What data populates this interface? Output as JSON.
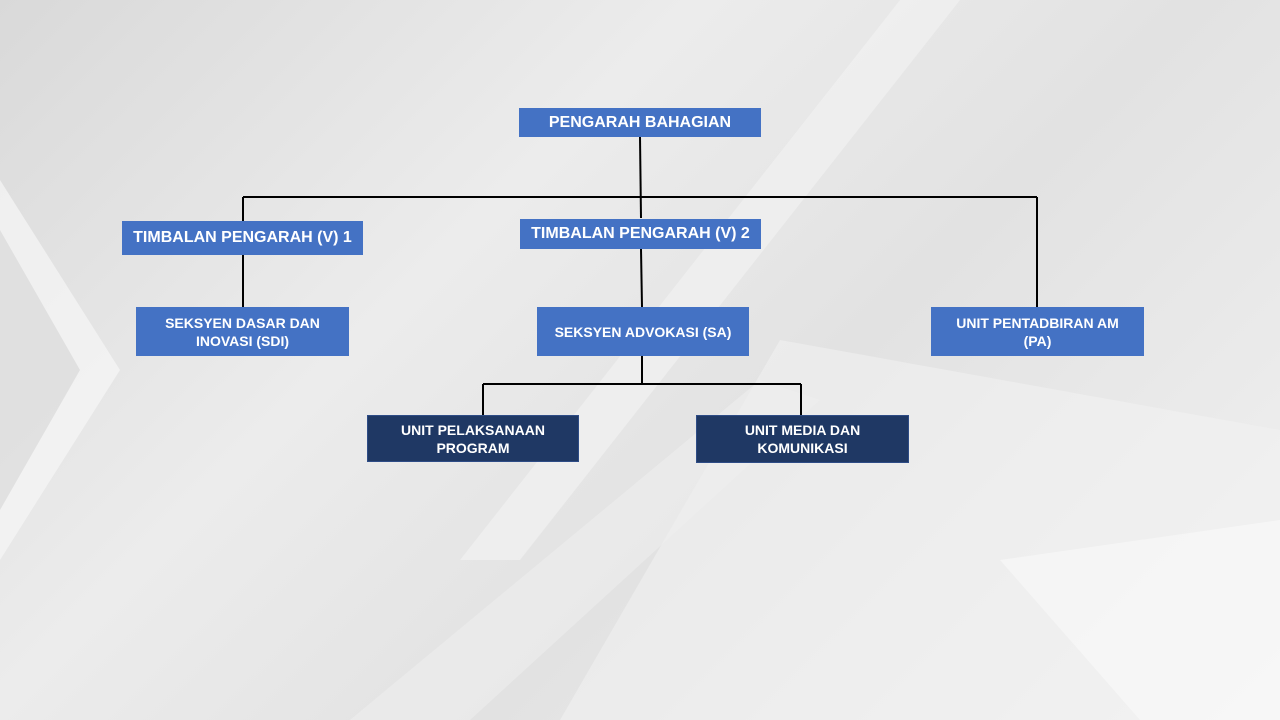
{
  "org_chart": {
    "director": "PENGARAH BAHAGIAN",
    "deputy_1": "TIMBALAN PENGARAH (V) 1",
    "deputy_2": "TIMBALAN PENGARAH (V) 2",
    "section_sdi": "SEKSYEN DASAR  DAN INOVASI (SDI)",
    "section_sa": "SEKSYEN ADVOKASI  (SA)",
    "unit_pa": "UNIT PENTADBIRAN AM (PA)",
    "unit_program": "UNIT PELAKSANAAN PROGRAM",
    "unit_media": "UNIT MEDIA DAN KOMUNIKASI"
  },
  "colors": {
    "box_blue": "#4472c4",
    "box_navy": "#1f3864",
    "connector": "#000000",
    "background": "#e6e6e6"
  }
}
